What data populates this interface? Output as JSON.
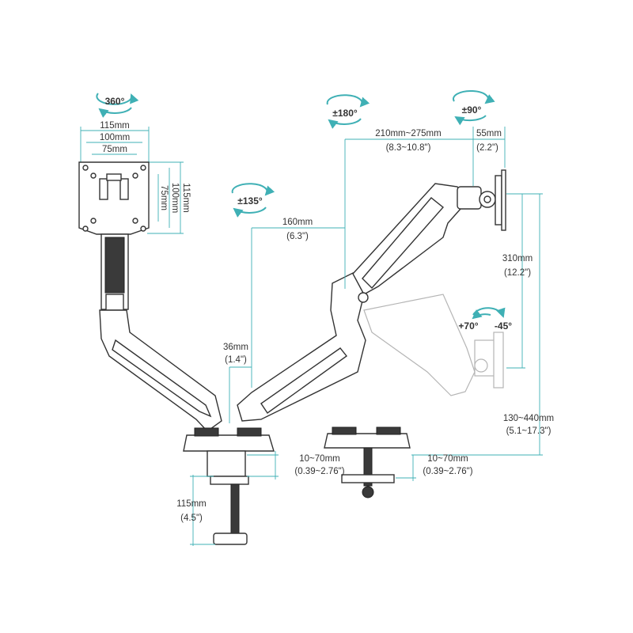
{
  "colors": {
    "dimension_line": "#3fb0b5",
    "outline": "#333333",
    "ghost": "#b5b5b5"
  },
  "rotations": {
    "swivel_head": "360°",
    "tilt_right": "±90°",
    "swivel_arm": "±180°",
    "swivel_elbow": "±135°",
    "tilt_up": "+70°",
    "tilt_down": "-45°"
  },
  "vesa": {
    "w115": "115mm",
    "w100": "100mm",
    "w75": "75mm",
    "h75": "75mm",
    "h100": "100mm",
    "h115": "115mm"
  },
  "dimensions": {
    "arm_reach": {
      "mm": "210mm~275mm",
      "in": "(8.3~10.8\")"
    },
    "head_depth": {
      "mm": "55mm",
      "in": "(2.2\")"
    },
    "elbow_reach": {
      "mm": "160mm",
      "in": "(6.3\")"
    },
    "pole_offset": {
      "mm": "36mm",
      "in": "(1.4\")"
    },
    "height_310": {
      "mm": "310mm",
      "in": "(12.2\")"
    },
    "height_range": {
      "mm": "130~440mm",
      "in": "(5.1~17.3\")"
    },
    "clamp_thickness": {
      "mm": "10~70mm",
      "in": "(0.39~2.76\")"
    },
    "grommet_thickness": {
      "mm": "10~70mm",
      "in": "(0.39~2.76\")"
    },
    "clamp_depth": {
      "mm": "115mm",
      "in": "(4.5\")"
    }
  }
}
